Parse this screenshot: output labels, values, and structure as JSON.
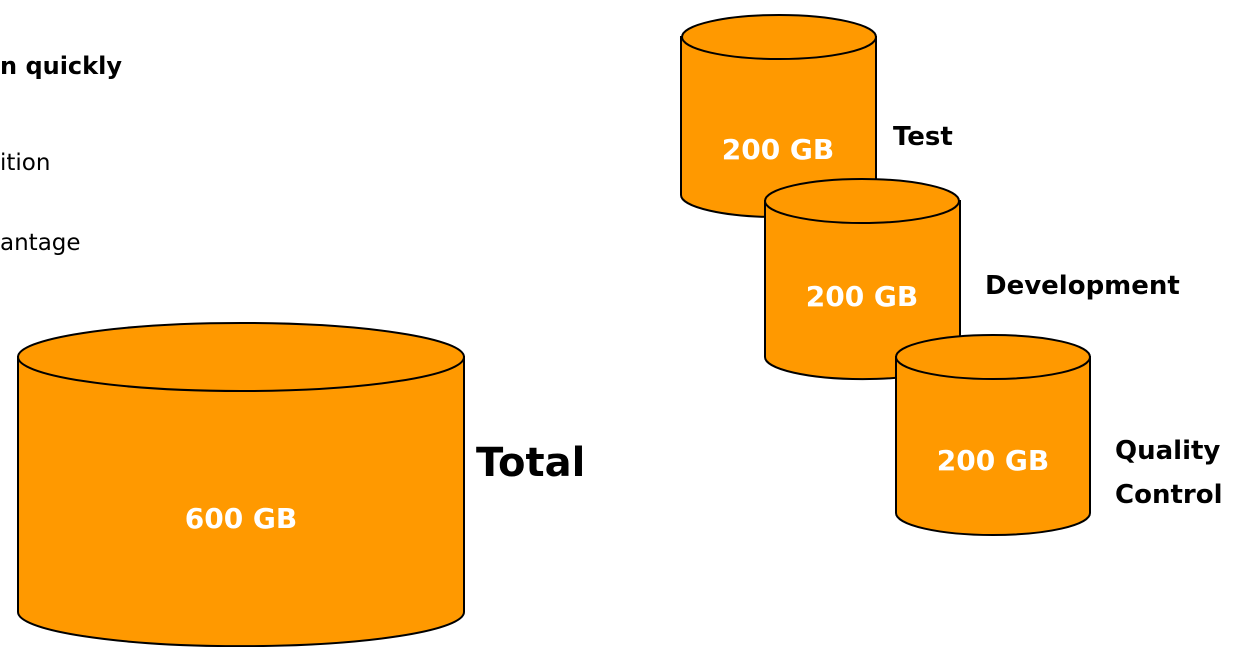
{
  "text": {
    "heading": "n quickly",
    "line1": "ition",
    "line2": "antage"
  },
  "colors": {
    "cylinder_fill": "#FF9900",
    "cylinder_stroke": "#000000",
    "label_text": "#FFFFFF"
  },
  "storage": {
    "total": {
      "capacity": "600 GB",
      "label": "Total"
    },
    "volumes": [
      {
        "capacity": "200 GB",
        "label": "Test"
      },
      {
        "capacity": "200 GB",
        "label": "Development"
      },
      {
        "capacity": "200 GB",
        "label": [
          "Quality",
          "Control"
        ]
      }
    ]
  }
}
